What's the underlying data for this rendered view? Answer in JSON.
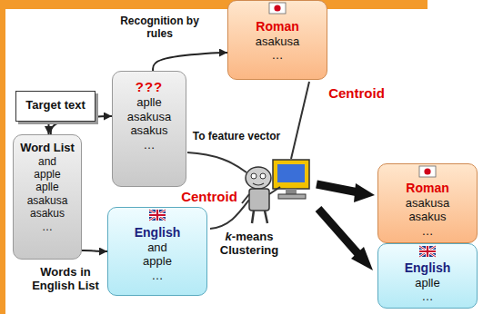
{
  "diagram": {
    "nodes": [
      {
        "text": [
          "Target text"
        ]
      },
      {
        "text": [
          "Word List",
          "and",
          "apple",
          "aplle",
          "asakusa",
          "asakus",
          "…"
        ]
      },
      {
        "text": [
          "???",
          "aplle",
          "asakusa",
          "asakus",
          "…"
        ]
      },
      {
        "text": [
          "Roman",
          "asakusa",
          "…"
        ]
      },
      {
        "text": [
          "English",
          "and",
          "apple",
          "…"
        ]
      },
      {
        "text": [
          "Roman",
          "asakusa",
          "asakus",
          "…"
        ]
      },
      {
        "text": [
          "English",
          "aplle",
          "…"
        ]
      }
    ],
    "edges": [
      {
        "from": 0,
        "to": 1,
        "arrow": "to"
      },
      {
        "from": 1,
        "to": 2,
        "arrow": "to"
      },
      {
        "from": 1,
        "to": 4,
        "arrow": "to"
      },
      {
        "from": 2,
        "to": 3,
        "arrow": "to"
      }
    ],
    "labels": [
      "Recognition by rules",
      "Centroid",
      "To feature vector",
      "Centroid",
      "k-means Clustering",
      "Words in English List"
    ]
  }
}
